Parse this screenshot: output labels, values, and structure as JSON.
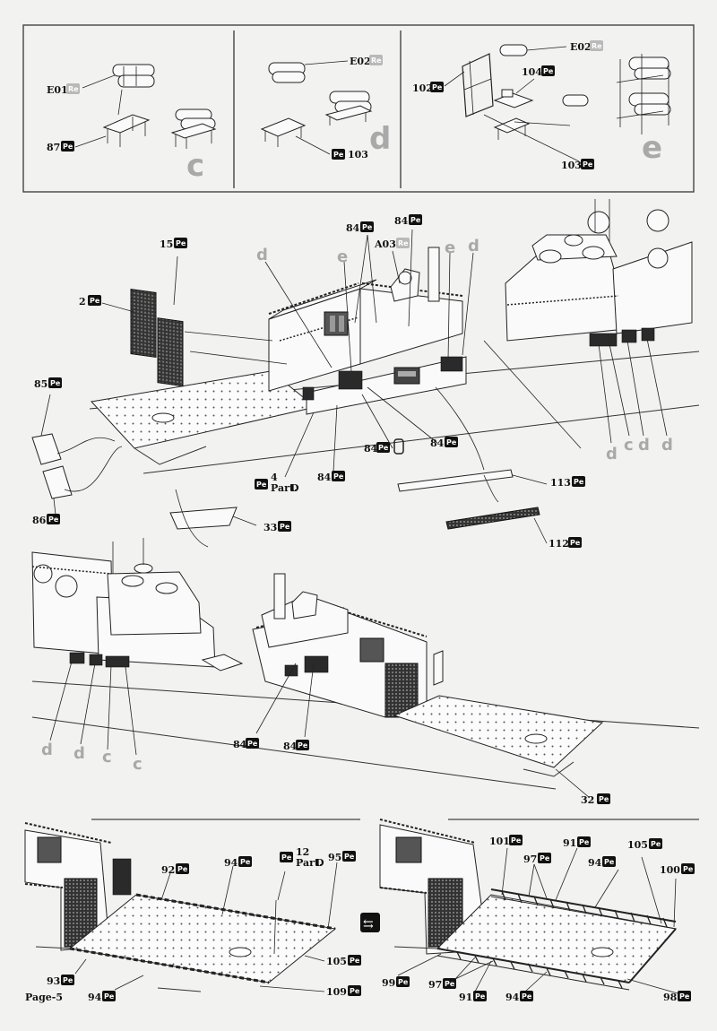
{
  "page": {
    "footer": "Page-5",
    "swap_symbol": "⇆"
  },
  "part_tags": {
    "pe": "Pe",
    "re": "Re"
  },
  "sub_letters": {
    "c": "c",
    "d": "d",
    "e": "e"
  },
  "top_panels": {
    "c": {
      "letter": "c",
      "labels": [
        {
          "num": "E01",
          "tag": "Re"
        },
        {
          "num": "87",
          "tag": "Pe"
        }
      ]
    },
    "d": {
      "letter": "d",
      "labels": [
        {
          "num": "E02",
          "tag": "Re"
        },
        {
          "num": "103",
          "tag": "Pe"
        }
      ]
    },
    "e": {
      "letter": "e",
      "labels": [
        {
          "num": "E02",
          "tag": "Re"
        },
        {
          "num": "102",
          "tag": "Pe"
        },
        {
          "num": "104",
          "tag": "Pe"
        },
        {
          "num": "103",
          "tag": "Pe"
        }
      ]
    }
  },
  "step_main": {
    "labels": [
      {
        "num": "15",
        "tag": "Pe"
      },
      {
        "num": "2",
        "tag": "Pe"
      },
      {
        "num": "84",
        "tag": "Pe"
      },
      {
        "num": "84",
        "tag": "Pe"
      },
      {
        "num": "A03",
        "tag": "Re"
      },
      {
        "num": "85",
        "tag": "Pe"
      },
      {
        "num": "86",
        "tag": "Pe"
      },
      {
        "num": "84",
        "tag": "Pe"
      },
      {
        "num": "84",
        "tag": "Pe"
      },
      {
        "num": "84",
        "tag": "Pe"
      },
      {
        "num": "113",
        "tag": "Pe"
      },
      {
        "num": "112",
        "tag": "Pe"
      },
      {
        "num": "33",
        "tag": "Pe"
      }
    ],
    "part_ref": {
      "num": "4",
      "sub": "Part.",
      "letter": "D"
    },
    "letters_top": [
      "d",
      "e",
      "e",
      "d"
    ],
    "letters_right": [
      "d",
      "c",
      "d",
      "d"
    ]
  },
  "step_middle": {
    "labels": [
      {
        "num": "84",
        "tag": "Pe"
      },
      {
        "num": "84",
        "tag": "Pe"
      },
      {
        "num": "32",
        "tag": "Pe"
      }
    ],
    "letters": [
      "d",
      "d",
      "c",
      "c"
    ]
  },
  "step_bottom_left": {
    "labels": [
      {
        "num": "92",
        "tag": "Pe"
      },
      {
        "num": "94",
        "tag": "Pe"
      },
      {
        "num": "95",
        "tag": "Pe"
      },
      {
        "num": "93",
        "tag": "Pe"
      },
      {
        "num": "94",
        "tag": "Pe"
      },
      {
        "num": "105",
        "tag": "Pe"
      },
      {
        "num": "109",
        "tag": "Pe"
      }
    ],
    "part_ref": {
      "num": "12",
      "sub": "Part.",
      "letter": "D"
    }
  },
  "step_bottom_right": {
    "labels": [
      {
        "num": "101",
        "tag": "Pe"
      },
      {
        "num": "91",
        "tag": "Pe"
      },
      {
        "num": "97",
        "tag": "Pe"
      },
      {
        "num": "105",
        "tag": "Pe"
      },
      {
        "num": "94",
        "tag": "Pe"
      },
      {
        "num": "100",
        "tag": "Pe"
      },
      {
        "num": "99",
        "tag": "Pe"
      },
      {
        "num": "97",
        "tag": "Pe"
      },
      {
        "num": "91",
        "tag": "Pe"
      },
      {
        "num": "94",
        "tag": "Pe"
      },
      {
        "num": "98",
        "tag": "Pe"
      }
    ]
  }
}
